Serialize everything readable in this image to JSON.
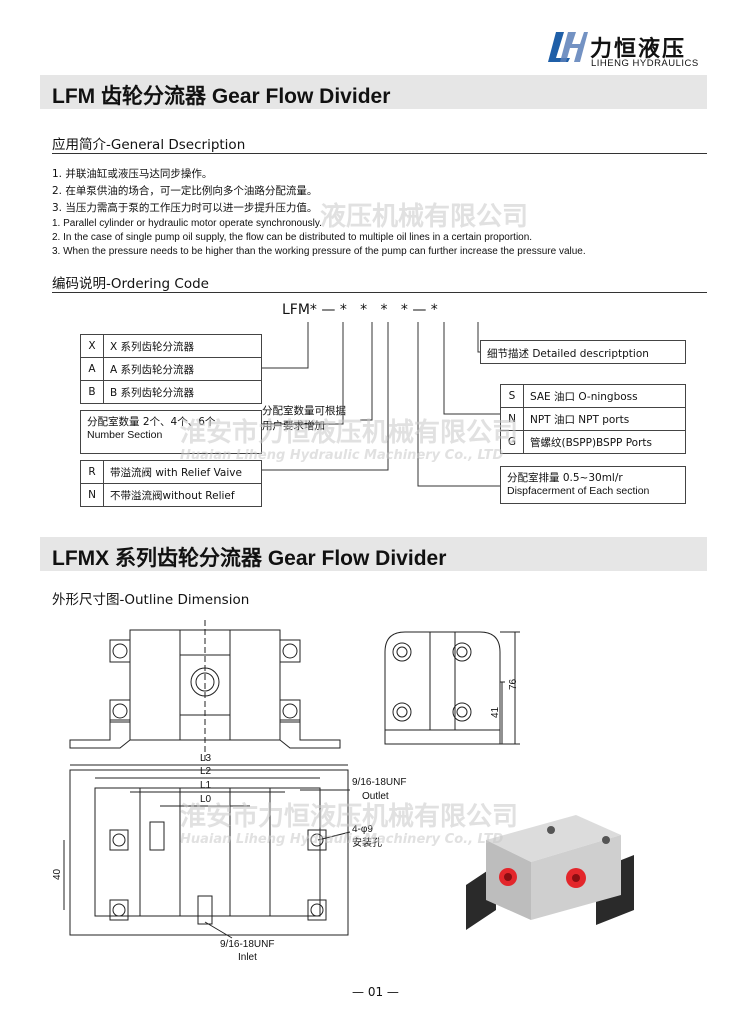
{
  "brand": {
    "name_cn": "力恒液压",
    "name_en": "LIHENG HYDRAULICS"
  },
  "section1": {
    "title": "LFM 齿轮分流器 Gear Flow Divider"
  },
  "general": {
    "heading": "应用简介-General Dsecription",
    "lines": [
      "1. 并联油缸或液压马达同步操作。",
      "2. 在单泵供油的场合，可一定比例向多个油路分配流量。",
      "3. 当压力需高于泵的工作压力时可以进一步提升压力值。",
      "1. Parallel cylinder or hydraulic motor operate synchronously.",
      "2. In the case of single pump oil supply, the flow can be distributed to multiple oil lines in a certain proportion.",
      "3. When the pressure needs to be higher than the working pressure of the pump can further increase the pressure value."
    ]
  },
  "ordering": {
    "heading": "编码说明-Ordering Code",
    "code": "LFM* — *   *   *   * — *",
    "left_table": [
      {
        "k": "X",
        "v": "X 系列齿轮分流器"
      },
      {
        "k": "A",
        "v": "A 系列齿轮分流器"
      },
      {
        "k": "B",
        "v": "B 系列齿轮分流器"
      }
    ],
    "number_box": {
      "line1": "分配室数量 2个、4个、6个",
      "line2": "Number Section"
    },
    "number_note": {
      "line1": "分配室数量可根据",
      "line2": "用户要求增加"
    },
    "relief_table": [
      {
        "k": "R",
        "v": "带溢流阀 with Relief Vaive"
      },
      {
        "k": "N",
        "v": "不带溢流阀without Relief"
      }
    ],
    "detail_box": "细节描述 Detailed descriptption",
    "port_table": [
      {
        "k": "S",
        "v": "SAE 油口 O-ningboss"
      },
      {
        "k": "N",
        "v": "NPT 油口 NPT ports"
      },
      {
        "k": "G",
        "v": "管螺纹(BSPP)BSPP  Ports"
      }
    ],
    "disp_box": {
      "line1": "分配室排量 0.5~30ml/r",
      "line2": "Dispfacerment of Each section"
    }
  },
  "section2": {
    "title": "LFMX 系列齿轮分流器 Gear Flow Divider"
  },
  "outline": {
    "heading": "外形尺寸图-Outline Dimension",
    "labels": {
      "l3": "L3",
      "l2": "L2",
      "l1": "L1",
      "l0": "L0",
      "h40": "40",
      "h76": "76",
      "h41": "41",
      "outlet1": "9/16-18UNF",
      "outlet2": "Outlet",
      "hole1": "4-φ9",
      "hole2": "安装孔",
      "inlet1": "9/16-18UNF",
      "inlet2": "Inlet"
    }
  },
  "watermark": {
    "cn": "淮安市力恒液压机械有限公司",
    "cn_short": "液压机械有限公司",
    "en": "Huaian Liheng Hydraulic Machinery Co., LTD"
  },
  "page_number": "— 01 —"
}
